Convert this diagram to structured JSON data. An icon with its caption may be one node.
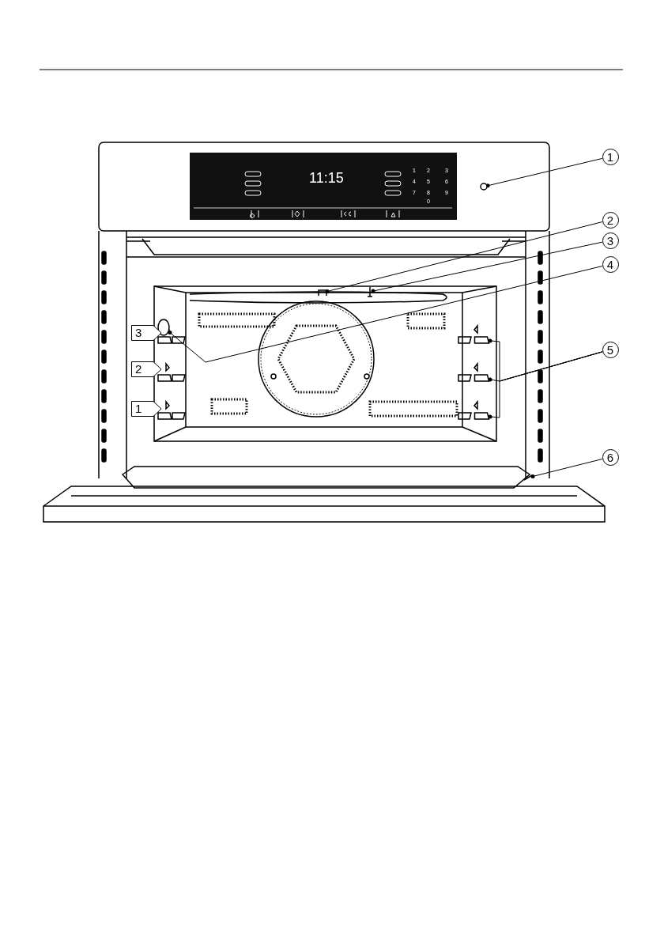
{
  "diagram": {
    "nodes": [
      {
        "text": [
          "1"
        ]
      },
      {
        "text": [
          "2"
        ]
      },
      {
        "text": [
          "3"
        ]
      },
      {
        "text": [
          "4"
        ]
      },
      {
        "text": [
          "5"
        ]
      },
      {
        "text": [
          "6"
        ]
      },
      {
        "text": [],
        "shape": "circle"
      },
      {
        "text": [],
        "shape": "picture"
      },
      {
        "text": [],
        "shape": "picture"
      },
      {
        "text": [],
        "shape": "circle"
      },
      {
        "text": [],
        "shape": "bar"
      },
      {
        "text": [],
        "shape": "bar"
      },
      {
        "text": [],
        "shape": "bar"
      },
      {
        "text": [],
        "shape": "picture"
      },
      {
        "text": [
          "3"
        ]
      },
      {
        "text": [
          "2"
        ]
      },
      {
        "text": [
          "1"
        ]
      }
    ],
    "edges": [
      {
        "from": 0,
        "to": 6,
        "arrow": "other"
      },
      {
        "from": 1,
        "to": 7,
        "arrow": "other"
      },
      {
        "from": 2,
        "to": 8,
        "arrow": "other"
      },
      {
        "from": 3,
        "to": 9,
        "arrow": "other"
      },
      {
        "from": 4,
        "to": 10,
        "arrow": "other"
      },
      {
        "from": 4,
        "to": 11,
        "arrow": "other"
      },
      {
        "from": 4,
        "to": 12,
        "arrow": "other"
      },
      {
        "from": 5,
        "to": 13,
        "arrow": "other"
      }
    ],
    "labels": [
      "11:15",
      "1",
      "2",
      "3",
      "4",
      "5",
      "6",
      "7",
      "8",
      "9",
      "0"
    ]
  }
}
